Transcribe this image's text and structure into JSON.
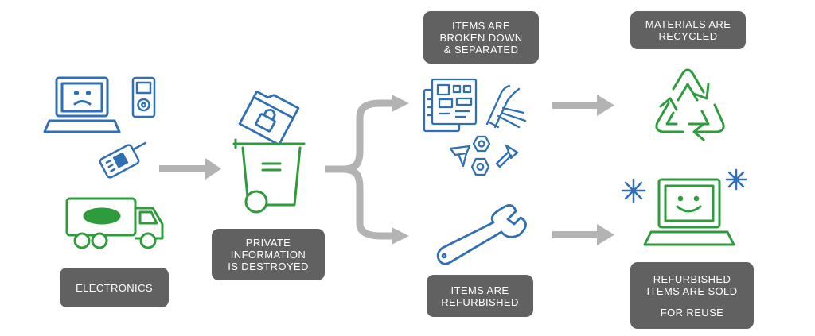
{
  "colors": {
    "blue": "#2f6fb3",
    "green": "#2e9b3c",
    "arrow": "#b3b3b3",
    "label_bg": "#616161",
    "label_text": "#ffffff"
  },
  "icons": {
    "electronics": [
      "laptop-sad-icon",
      "mp3-player-icon",
      "cellphone-icon",
      "truck-icon"
    ],
    "destroy": [
      "lock-folder-icon",
      "trash-bin-icon"
    ],
    "breakdown": [
      "circuit-board-icon",
      "wires-icon",
      "screw-icon",
      "nut-icon"
    ],
    "recycle": [
      "recycle-icon"
    ],
    "refurbish": [
      "wrench-icon"
    ],
    "reuse": [
      "laptop-happy-icon",
      "sparkle-icon"
    ]
  },
  "steps": {
    "electronics": {
      "lines": [
        "ELECTRONICS"
      ]
    },
    "destroyed": {
      "lines": [
        "PRIVATE",
        "INFORMATION",
        "IS DESTROYED"
      ]
    },
    "broken_down": {
      "lines": [
        "ITEMS ARE",
        "BROKEN DOWN",
        "& SEPARATED"
      ]
    },
    "recycled": {
      "lines": [
        "MATERIALS ARE",
        "RECYCLED"
      ]
    },
    "refurbished": {
      "lines": [
        "ITEMS ARE",
        "REFURBISHED"
      ]
    },
    "sold": {
      "lines": [
        "REFURBISHED",
        "ITEMS ARE SOLD"
      ],
      "extra": "FOR REUSE"
    }
  }
}
